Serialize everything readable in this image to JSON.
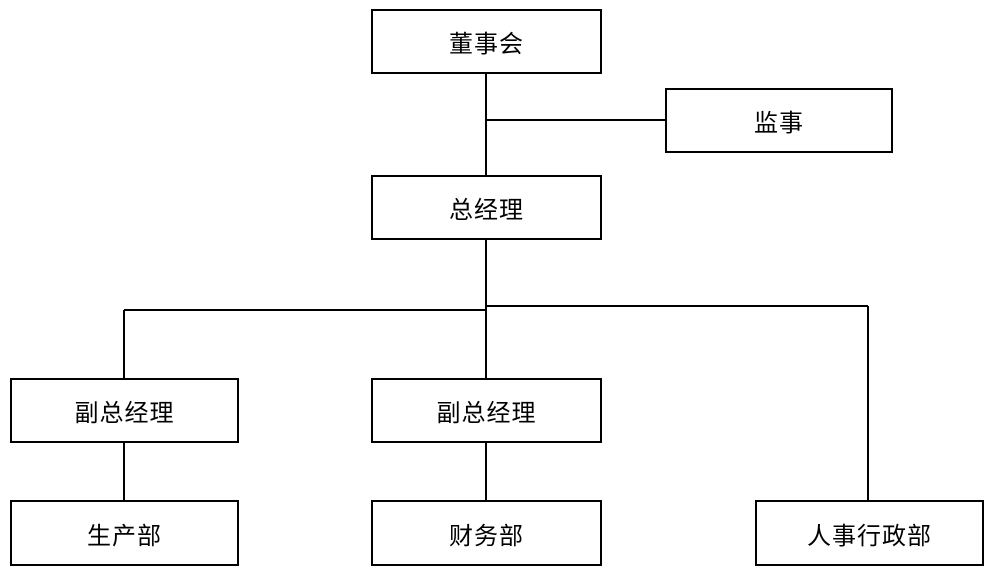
{
  "nodes": {
    "board": "董事会",
    "supervisor": "监事",
    "general_manager": "总经理",
    "vice_gm_left": "副总经理",
    "vice_gm_middle": "副总经理",
    "production": "生产部",
    "finance": "财务部",
    "hr_admin": "人事行政部"
  },
  "colors": {
    "stroke": "#000000",
    "box_fill": "#ffffff",
    "text": "#000000"
  }
}
